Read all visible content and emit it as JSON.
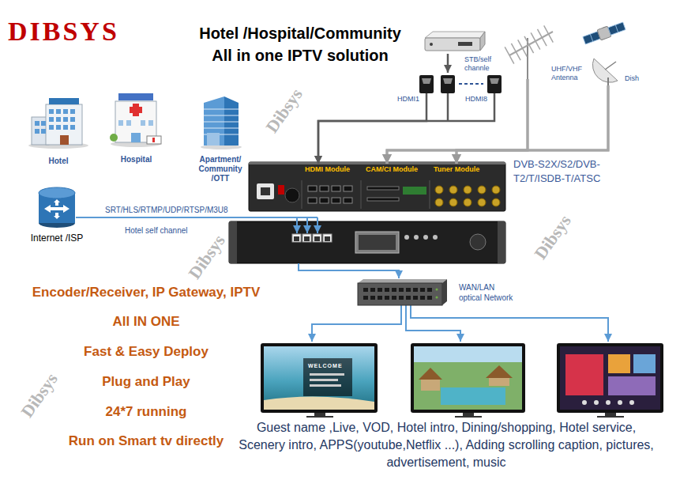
{
  "diagram": {
    "title": "Hotel /Hospital/Community All in one IPTV solution",
    "caption": "Guest name ,Live, VOD, Hotel intro, Dining/shopping, Hotel service, Scenery intro, APPS(youtube,Netflix ...), Adding scrolling caption, pictures, advertisement, music",
    "nodes": [
      {
        "text": [
          "Hotel"
        ]
      },
      {
        "text": [
          "Hospital"
        ]
      },
      {
        "text": [
          "Apartment/ Community /OTT"
        ]
      },
      {
        "text": [
          "STB/self channle"
        ]
      },
      {
        "text": [
          "HDMI1"
        ]
      },
      {
        "text": [
          "HDMI8"
        ]
      },
      {
        "text": [
          "UHF/VHF Antenna"
        ]
      },
      {
        "text": [
          "Dish"
        ]
      },
      {
        "text": [
          "HDMI Module"
        ]
      },
      {
        "text": [
          "CAM/CI Module"
        ]
      },
      {
        "text": [
          "Tuner Module"
        ]
      },
      {
        "text": [
          "Internet /ISP"
        ]
      },
      {
        "text": [
          "WAN/LAN optical Network"
        ]
      }
    ],
    "edges": [
      {
        "from": 4,
        "to": 8,
        "arrow": "to"
      },
      {
        "from": 5,
        "to": 8,
        "arrow": "to"
      },
      {
        "from": 6,
        "to": 9,
        "arrow": "to"
      },
      {
        "from": 6,
        "to": 10,
        "arrow": "to"
      },
      {
        "from": 7,
        "to": 9,
        "arrow": "to"
      },
      {
        "from": 7,
        "to": 10,
        "arrow": "to"
      }
    ],
    "labels": [
      "DIBSYS",
      "DVB-S2X/S2/DVB-T2/T/ISDB-T/ATSC",
      "SRT/HLS/RTMP/UDP/RTSP/M3U8",
      "Hotel self channel",
      "Encoder/Receiver, IP Gateway, IPTV",
      "All IN ONE",
      "Fast & Easy Deploy",
      "Plug and Play",
      "24*7 running",
      "Run on Smart tv directly",
      "WELCOME",
      "Dibsys",
      "Dibsys",
      "Dibsys",
      "Dibsys"
    ]
  }
}
